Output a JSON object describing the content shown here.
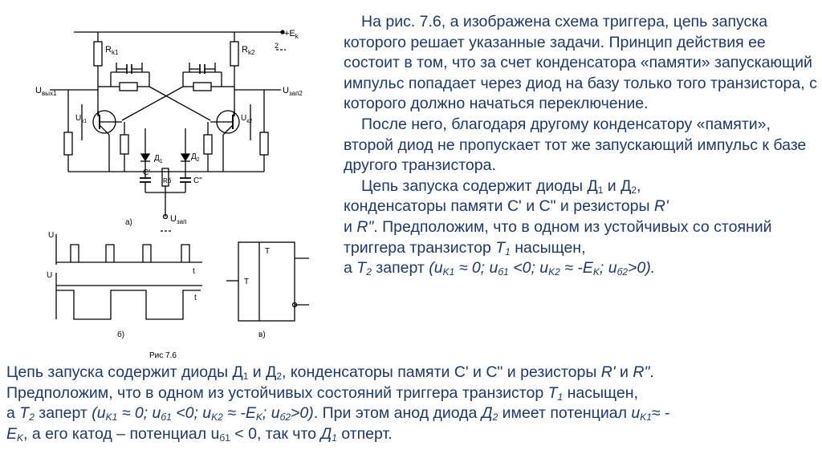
{
  "figure": {
    "labels": {
      "rk1": "R",
      "rk1_sub": "k1",
      "rk2": "R",
      "rk2_sub": "k2",
      "ek": "+E",
      "ek_sub": "k",
      "uvyx1": "U",
      "uvyx1_sub": "вых1",
      "uzap2": "U",
      "uzap2_sub": "зап2",
      "uk1": "U",
      "uk1_sub": "к1",
      "uk2": "U",
      "uk2_sub": "к2",
      "d1": "Д",
      "d1_sub": "1",
      "d2": "Д",
      "d2_sub": "2",
      "c1": "C'",
      "c2": "C\"",
      "r_mid": "Rб",
      "uzap": "U",
      "uzap_sub": "зап",
      "label_a": "а)",
      "label_b": "б)",
      "label_v": "в)",
      "caption": "Рис 7.6",
      "osc_u1": "U",
      "osc_u2": "U",
      "osc_t1": "t",
      "osc_t2": "t",
      "block_t_left": "T",
      "block_t_top": "T"
    }
  },
  "right_text": {
    "p1": "На рис. 7.6, а изображена схема триггера, цепь запуска которого решает указанные задачи. Принцип действия ее состоит в том, что за счет конденсатора «памяти» запускающий импульс попадает через диод на базу только того транзистора, с которого должно начаться переключение.",
    "p2": "После него, благодаря другому конденсатору «памяти», второй диод не пропускает тот же запускающий импульс к базе другого транзистора.",
    "p3_a": "Цепь запуска содержит диоды Д",
    "p3_s1": "1",
    "p3_b": " и Д",
    "p3_s2": "2",
    "p3_c": ",",
    "p3_d": "конденсаторы памяти С' и С\" и резисторы ",
    "p3_r1": "R'",
    "p3_e": "и ",
    "p3_r2": "R\"",
    "p3_f": ". Предположим, что в одном из устойчивых со стояний триггера транзистор ",
    "p3_t1": "T",
    "p3_t1s": "1",
    "p3_g": " насыщен,",
    "p3_h": "а ",
    "p3_t2": "T",
    "p3_t2s": "2",
    "p3_i": " заперт ",
    "p3_f1": "(u",
    "p3_f1s": "K1",
    "p3_f2": " ≈ 0; u",
    "p3_f2s": "б1",
    "p3_f3": " <0; u",
    "p3_f3s": "K2",
    "p3_f4": " ≈ -E",
    "p3_f4s": "K",
    "p3_f5": "; u",
    "p3_f5s": "б2",
    "p3_f6": ">0)."
  },
  "bottom_text": {
    "a1": "Цепь запуска содержит диоды Д",
    "a1s": "1",
    "a2": " и Д",
    "a2s": "2",
    "a3": ", конденсаторы памяти С' и С\" и резисторы ",
    "a4": "R'",
    "a5": " и ",
    "a6": "R\"",
    "a7": ".",
    "b1": "Предположим, что в одном из устойчивых состояний триггера транзистор ",
    "b2": "T",
    "b2s": "1",
    "b3": " насыщен,",
    "c1": "а ",
    "c2": "T",
    "c2s": "2",
    "c3": " заперт ",
    "c4": "(u",
    "c4s": "K1",
    "c5": " ≈ 0; u",
    "c5s": "б1",
    "c6": " <0; u",
    "c6s": "K2",
    "c7": " ≈ -E",
    "c7s": "K",
    "c8": "; u",
    "c8s": "б2",
    "c9": ">0)",
    "c10": ". При этом анод диода ",
    "c11": "Д",
    "c11s": "2",
    "c12": " имеет потенциал ",
    "c13": "u",
    "c13s": "K1",
    "c14": "≈ -",
    "d1": "E",
    "d1s": "K",
    "d2": ", а его катод – потенциал u",
    "d2s": "б1",
    "d3": " < 0, так что ",
    "d4": "Д",
    "d4s": "1",
    "d5": " отперт."
  }
}
